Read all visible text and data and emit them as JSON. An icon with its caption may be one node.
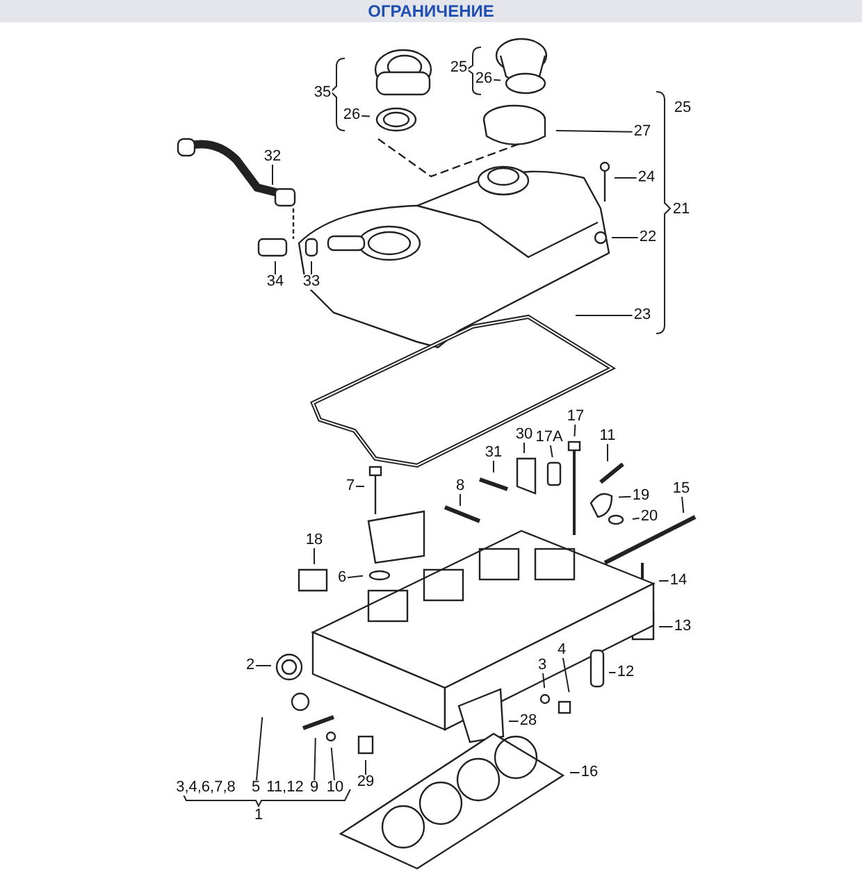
{
  "diagram": {
    "nodes": [
      {
        "text": [
          "26"
        ]
      },
      {
        "text": [
          "26"
        ]
      },
      {
        "text": [
          "27"
        ]
      },
      {
        "text": [
          "24"
        ]
      },
      {
        "text": [
          "22"
        ]
      },
      {
        "text": [
          "23"
        ]
      },
      {
        "text": [
          "32"
        ]
      },
      {
        "text": [
          "34"
        ]
      },
      {
        "text": [
          "33"
        ]
      },
      {
        "text": [
          "17"
        ]
      },
      {
        "text": [
          "30"
        ]
      },
      {
        "text": [
          "17A"
        ]
      },
      {
        "text": [
          "11"
        ]
      },
      {
        "text": [
          "31"
        ]
      },
      {
        "text": [
          "7"
        ]
      },
      {
        "text": [
          "8"
        ]
      },
      {
        "text": [
          "19"
        ]
      },
      {
        "text": [
          "20"
        ]
      },
      {
        "text": [
          "15"
        ]
      },
      {
        "text": [
          "18"
        ]
      },
      {
        "text": [
          "6"
        ]
      },
      {
        "text": [
          "14"
        ]
      },
      {
        "text": [
          "13"
        ]
      },
      {
        "text": [
          "2"
        ]
      },
      {
        "text": [
          "3"
        ]
      },
      {
        "text": [
          "12"
        ]
      },
      {
        "text": [
          "28"
        ]
      },
      {
        "text": [
          "16"
        ]
      },
      {
        "text": [
          "29"
        ]
      },
      {
        "text": [
          "5"
        ]
      },
      {
        "text": [
          "9"
        ]
      },
      {
        "text": [
          "10"
        ]
      },
      {
        "text": [
          "25"
        ]
      },
      {
        "text": [
          "35"
        ]
      },
      {
        "text": [
          "25"
        ]
      },
      {
        "text": [
          "21"
        ]
      },
      {
        "text": [
          "4"
        ]
      },
      {
        "text": [
          "3,4,6,7,8"
        ]
      },
      {
        "text": [
          "11,12"
        ]
      },
      {
        "text": [
          "1"
        ]
      }
    ],
    "edges": [
      {
        "from": 0,
        "to": null,
        "arrow": "none"
      },
      {
        "from": 1,
        "to": null,
        "arrow": "none"
      },
      {
        "from": 2,
        "to": null,
        "arrow": "none"
      },
      {
        "from": 3,
        "to": null,
        "arrow": "none"
      },
      {
        "from": 4,
        "to": null,
        "arrow": "none"
      },
      {
        "from": 5,
        "to": null,
        "arrow": "none"
      },
      {
        "from": 6,
        "to": null,
        "arrow": "none"
      },
      {
        "from": 7,
        "to": null,
        "arrow": "none"
      },
      {
        "from": 8,
        "to": null,
        "arrow": "none"
      },
      {
        "from": 9,
        "to": null,
        "arrow": "none"
      },
      {
        "from": 10,
        "to": null,
        "arrow": "none"
      },
      {
        "from": 11,
        "to": null,
        "arrow": "none"
      },
      {
        "from": 12,
        "to": null,
        "arrow": "none"
      },
      {
        "from": 13,
        "to": null,
        "arrow": "none"
      },
      {
        "from": 14,
        "to": null,
        "arrow": "none"
      },
      {
        "from": 15,
        "to": null,
        "arrow": "none"
      },
      {
        "from": 16,
        "to": null,
        "arrow": "none"
      },
      {
        "from": 17,
        "to": null,
        "arrow": "none"
      },
      {
        "from": 18,
        "to": null,
        "arrow": "none"
      },
      {
        "from": 19,
        "to": null,
        "arrow": "none"
      },
      {
        "from": 20,
        "to": null,
        "arrow": "none"
      },
      {
        "from": 21,
        "to": null,
        "arrow": "none"
      },
      {
        "from": 22,
        "to": null,
        "arrow": "none"
      },
      {
        "from": 23,
        "to": null,
        "arrow": "none"
      },
      {
        "from": 24,
        "to": null,
        "arrow": "none"
      },
      {
        "from": 25,
        "to": null,
        "arrow": "none"
      },
      {
        "from": 26,
        "to": null,
        "arrow": "none"
      },
      {
        "from": 27,
        "to": null,
        "arrow": "none"
      },
      {
        "from": 28,
        "to": null,
        "arrow": "none"
      },
      {
        "from": 29,
        "to": null,
        "arrow": "none"
      },
      {
        "from": 30,
        "to": null,
        "arrow": "none"
      },
      {
        "from": 31,
        "to": null,
        "arrow": "none"
      },
      {
        "from": 36,
        "to": null,
        "arrow": "none"
      }
    ],
    "labels": [
      "ОГРАНИЧЕНИЕ"
    ]
  }
}
